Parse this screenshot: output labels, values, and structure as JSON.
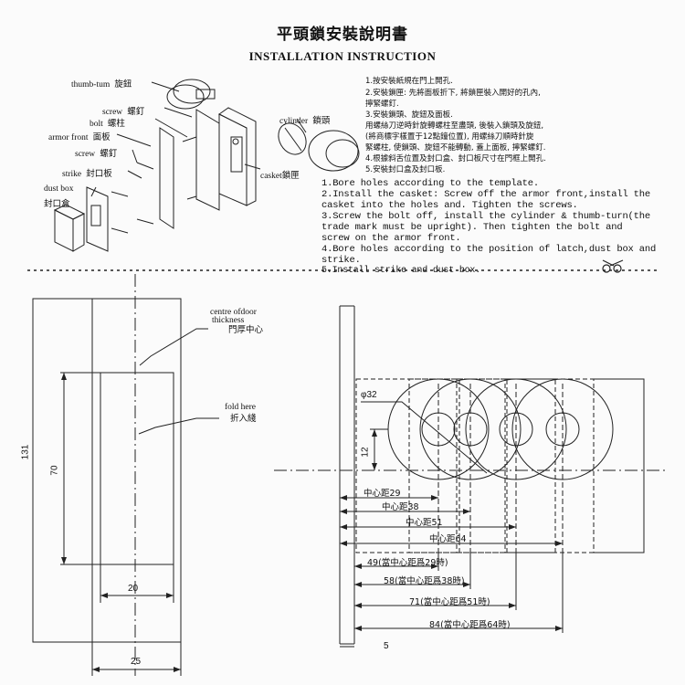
{
  "title_cn": "平頭鎖安裝說明書",
  "title_en": "INSTALLATION INSTRUCTION",
  "parts": [
    {
      "en": "thumb-tum",
      "cn": "旋鈕"
    },
    {
      "en": "screw",
      "cn": "螺釘"
    },
    {
      "en": "bolt",
      "cn": "螺柱"
    },
    {
      "en": "armor front",
      "cn": "面板"
    },
    {
      "en": "screw",
      "cn": "螺釘"
    },
    {
      "en": "strike",
      "cn": "封口板"
    },
    {
      "en": "dust box",
      "cn": "封口盒"
    },
    {
      "en": "cylinder",
      "cn": "鎖頭"
    },
    {
      "en": "casket",
      "cn": "鎖匣"
    }
  ],
  "steps_cn": [
    "1.按安裝紙規在門上開孔.",
    "2.安裝鎖匣: 先將面板折下, 將鎖匣裝入開好的孔內,",
    "   擰緊螺釘.",
    "3.安裝鎖頭、旋鈕及面板.",
    "   用螺絲刀逆時針旋轉螺柱至盡頭, 後裝入鎖頭及旋鈕,",
    "   (將商標字樣置于12點鐘位置), 用螺絲刀順時針旋",
    "   緊螺柱, 使鎖頭、旋鈕不能轉動, 蓋上面板, 擰緊螺釘.",
    "4.根據斜舌位置及封口盒、封口板尺寸在門框上開孔.",
    "5.安裝封口盒及封口板."
  ],
  "steps_en": [
    "1.Bore holes according to the template.",
    "2.Install the casket: Screw off the armor front,install the",
    "  casket into the holes and. Tighten the screws.",
    "3.Screw the bolt off, install the cylinder & thumb-turn(the",
    "  trade mark must be upright). Then tighten the bolt and",
    "  screw on the armor front.",
    "4.Bore holes according to the position of latch,dust box and",
    "  strike.",
    "5.Install strike and dust box."
  ],
  "template": {
    "centre_en_1": "centre ofdoor",
    "centre_en_2": "thickness",
    "centre_cn": "門厚中心",
    "fold_en": "fold here",
    "fold_cn": "折入綫",
    "dim_131": "131",
    "dim_70": "70",
    "dim_20": "20",
    "dim_25": "25",
    "dim_phi32": "φ32",
    "dim_12": "12",
    "dim_5": "5",
    "cc": [
      "中心距29",
      "中心距38",
      "中心距51",
      "中心距64"
    ],
    "backset": [
      "49(當中心距爲29時)",
      "58(當中心距爲38時)",
      "71(當中心距爲51時)",
      "84(當中心距爲64時)"
    ]
  }
}
